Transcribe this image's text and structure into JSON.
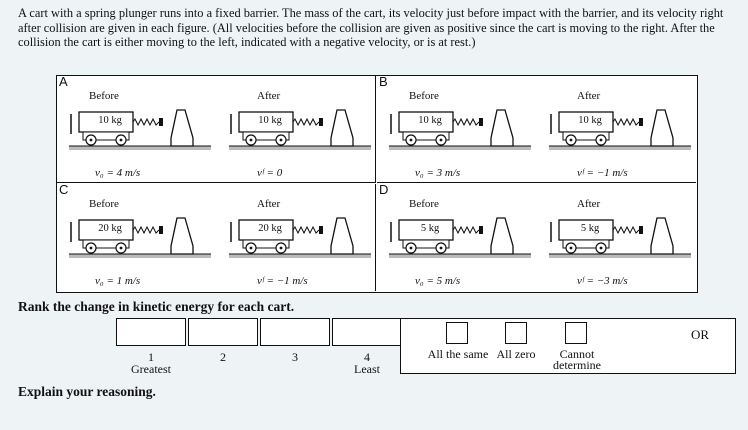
{
  "intro": "A cart with a spring plunger runs into a fixed barrier. The mass of the cart, its velocity just before impact with the barrier, and its velocity right after collision are given in each figure. (All velocities before the collision are given as positive since the cart is moving to the right. After the collision the cart is either moving to the left, indicated with a negative velocity, or is at rest.)",
  "panels": [
    {
      "label": "A",
      "before_caption": "Before",
      "after_caption": "After",
      "mass": "10 kg",
      "v_before": "v₀ = 4 m/s",
      "v_after": "vᶠ = 0"
    },
    {
      "label": "B",
      "before_caption": "Before",
      "after_caption": "After",
      "mass": "10 kg",
      "v_before": "v₀ = 3 m/s",
      "v_after": "vᶠ = −1 m/s"
    },
    {
      "label": "C",
      "before_caption": "Before",
      "after_caption": "After",
      "mass": "20 kg",
      "v_before": "v₀ = 1 m/s",
      "v_after": "vᶠ = −1 m/s"
    },
    {
      "label": "D",
      "before_caption": "Before",
      "after_caption": "After",
      "mass": "5 kg",
      "v_before": "v₀ = 5 m/s",
      "v_after": "vᶠ = −3 m/s"
    }
  ],
  "rank_title": "Rank the change in kinetic energy for each cart.",
  "ranks": [
    "1",
    "2",
    "3",
    "4"
  ],
  "greatest": "Greatest",
  "least": "Least",
  "or": "OR",
  "options": [
    "All the same",
    "All zero",
    "Cannot determine"
  ],
  "explain": "Explain your reasoning."
}
